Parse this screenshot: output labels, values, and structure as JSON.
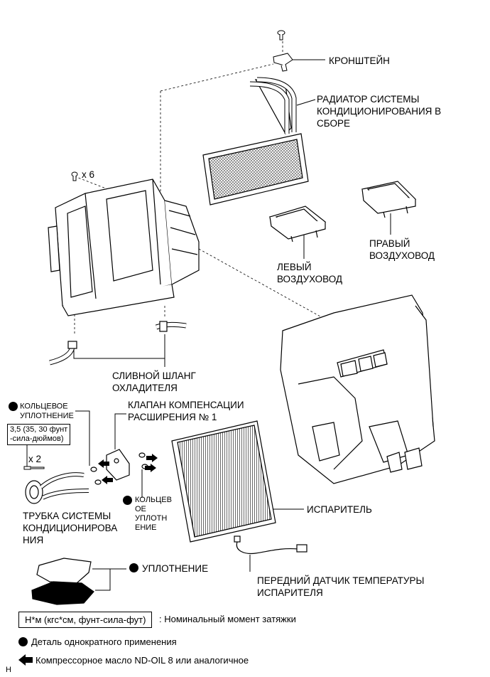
{
  "labels": {
    "bracket": "КРОНШТЕЙН",
    "heater_radiator_l1": "РАДИАТОР СИСТЕМЫ",
    "heater_radiator_l2": "КОНДИЦИОНИРОВАНИЯ В",
    "heater_radiator_l3": "СБОРЕ",
    "screw_count_top": "x 6",
    "right_duct_l1": "ПРАВЫЙ",
    "right_duct_l2": "ВОЗДУХОВОД",
    "left_duct_l1": "ЛЕВЫЙ",
    "left_duct_l2": "ВОЗДУХОВОД",
    "drain_hose_l1": "СЛИВНОЙ ШЛАНГ",
    "drain_hose_l2": "ОХЛАДИТЕЛЯ",
    "o_ring_left_l1": "КОЛЬЦЕВОЕ",
    "o_ring_left_l2": "УПЛОТНЕНИЕ",
    "torque_spec_l1": "3,5 (35, 30 фунт",
    "torque_spec_l2": "-сила-дюймов)",
    "screw_count_bottom": "x 2",
    "expansion_valve_l1": "КЛАПАН КОМПЕНСАЦИИ",
    "expansion_valve_l2": "РАСШИРЕНИЯ № 1",
    "o_ring_right_l1": "КОЛЬЦЕВ",
    "o_ring_right_l2": "ОЕ",
    "o_ring_right_l3": "УПЛОТН",
    "o_ring_right_l4": "ЕНИЕ",
    "ac_tube_l1": "ТРУБКА СИСТЕМЫ",
    "ac_tube_l2": "КОНДИЦИОНИРОВА",
    "ac_tube_l3": "НИЯ",
    "evaporator": "ИСПАРИТЕЛЬ",
    "packing": "УПЛОТНЕНИЕ",
    "temp_sensor_l1": "ПЕРЕДНИЙ ДАТЧИК ТЕМПЕРАТУРЫ",
    "temp_sensor_l2": "ИСПАРИТЕЛЯ"
  },
  "legend": {
    "torque_units": "Н*м (кгс*см, фунт-сила-фут)",
    "torque_desc": ": Номинальный момент затяжки",
    "non_reusable": "Деталь однократного применения",
    "compressor_oil": "Компрессорное масло ND-OIL 8 или аналогичное"
  },
  "corner_mark": "H"
}
